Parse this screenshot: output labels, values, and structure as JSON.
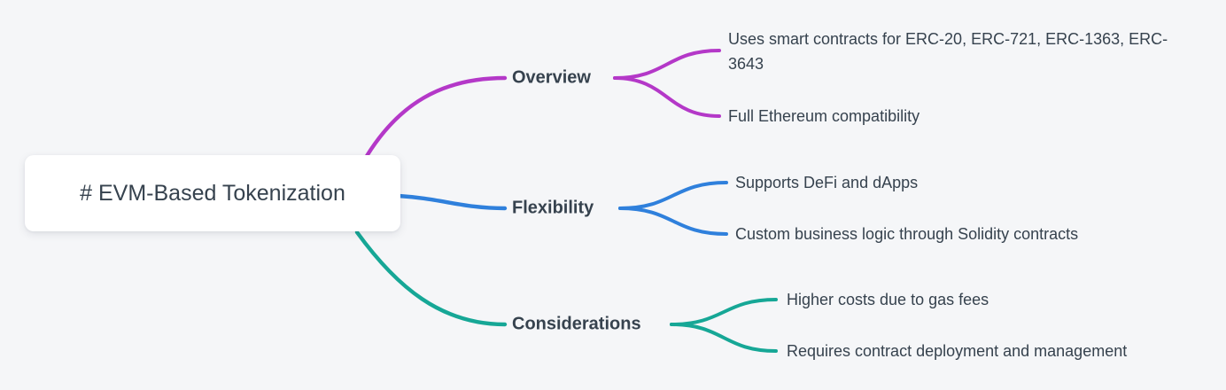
{
  "root": {
    "label": "# EVM-Based Tokenization"
  },
  "branches": [
    {
      "label": "Overview",
      "color": "#b438c8",
      "children": [
        {
          "label": "Uses smart contracts for ERC-20, ERC-721, ERC-1363, ERC-3643"
        },
        {
          "label": "Full Ethereum compatibility"
        }
      ]
    },
    {
      "label": "Flexibility",
      "color": "#2f80dc",
      "children": [
        {
          "label": "Supports DeFi and dApps"
        },
        {
          "label": "Custom business logic through Solidity contracts"
        }
      ]
    },
    {
      "label": "Considerations",
      "color": "#16a796",
      "children": [
        {
          "label": "Higher costs due to gas fees"
        },
        {
          "label": "Requires contract deployment and management"
        }
      ]
    }
  ],
  "colors": {
    "background": "#f5f6f8",
    "text": "#36424e",
    "root_node_background": "#ffffff"
  }
}
